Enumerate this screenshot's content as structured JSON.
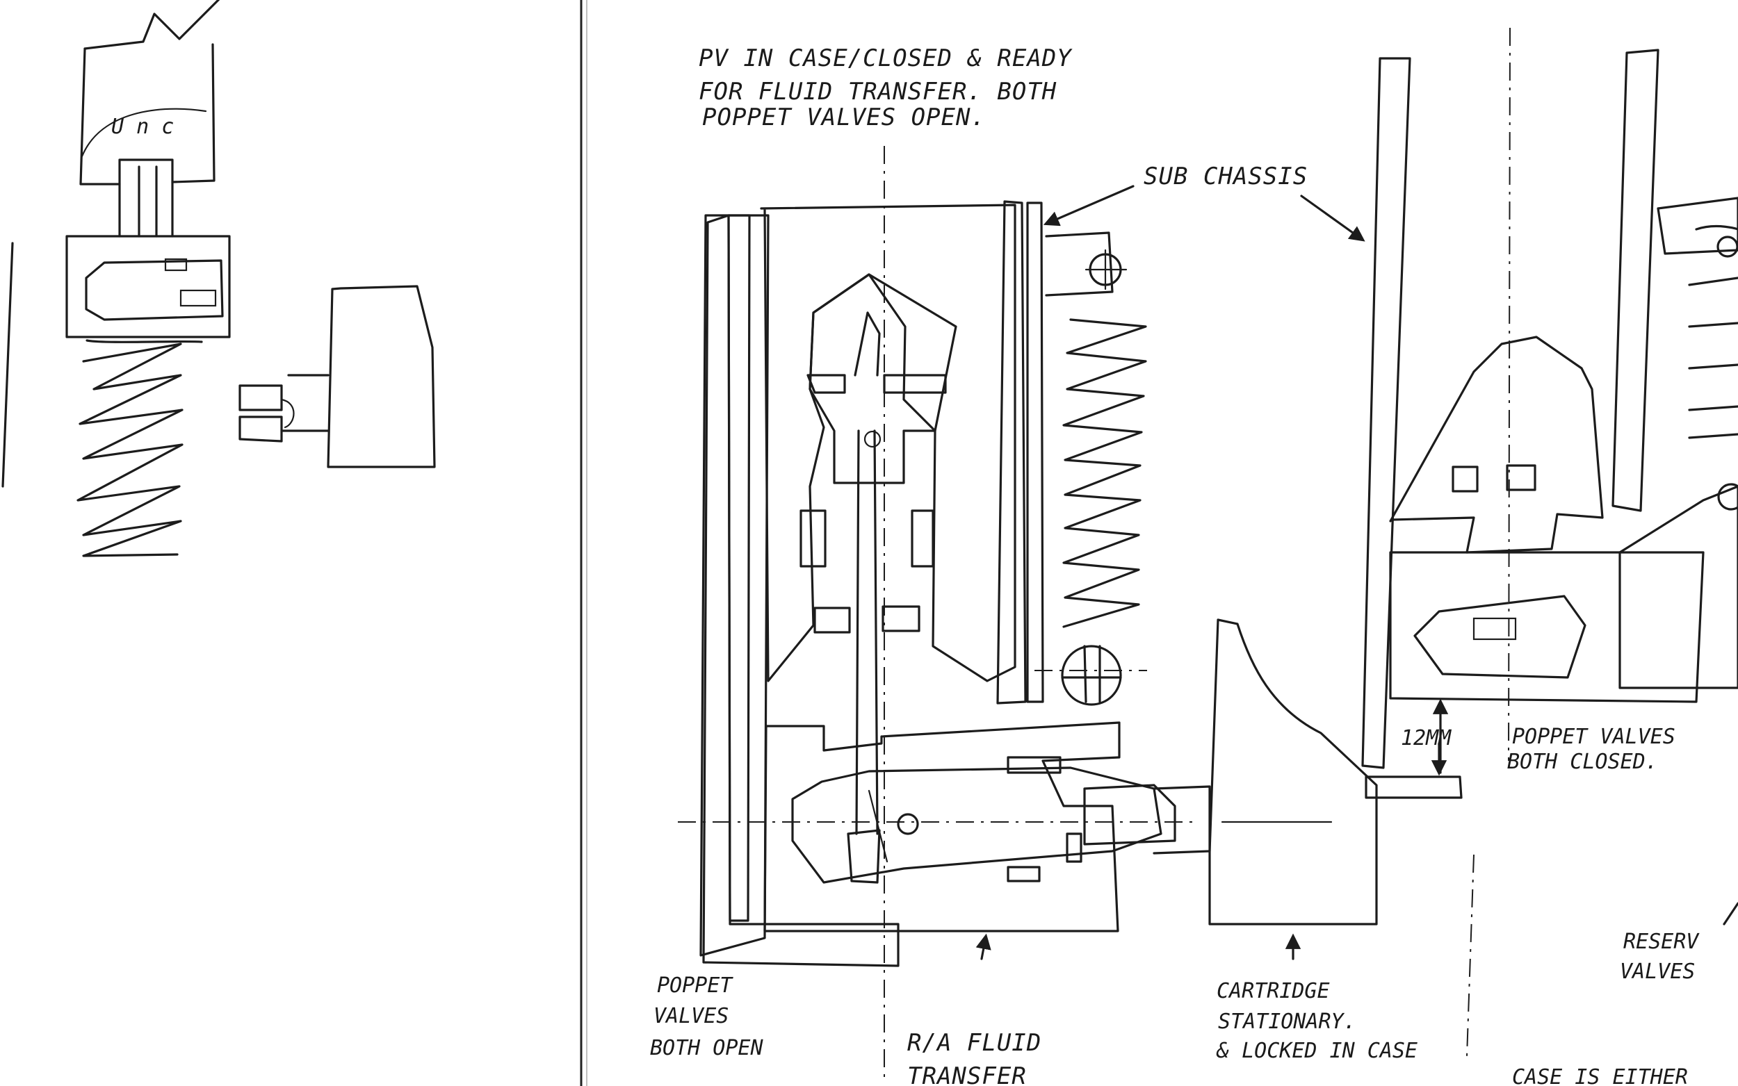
{
  "page": {
    "background": "#ffffff",
    "ink_color": "#1c1c1c"
  },
  "left_sketch": {
    "fragment_text": "U n c"
  },
  "annotations": {
    "top_note": [
      "PV IN CASE/CLOSED & READY",
      "FOR FLUID TRANSFER. BOTH",
      "POPPET VALVES OPEN."
    ],
    "sub_chassis": "SUB CHASSIS",
    "poppet_open": [
      "POPPET",
      "VALVES",
      "BOTH OPEN"
    ],
    "fluid_transfer": [
      "R/A FLUID",
      "TRANSFER"
    ],
    "cartridge": [
      "CARTRIDGE",
      "STATIONARY.",
      "& LOCKED IN CASE"
    ],
    "gap": "12MM",
    "poppet_closed": [
      "POPPET VALVES",
      "BOTH CLOSED."
    ],
    "reservoir": [
      "RESERV",
      "VALVES"
    ],
    "case_either": "CASE IS EITHER"
  }
}
